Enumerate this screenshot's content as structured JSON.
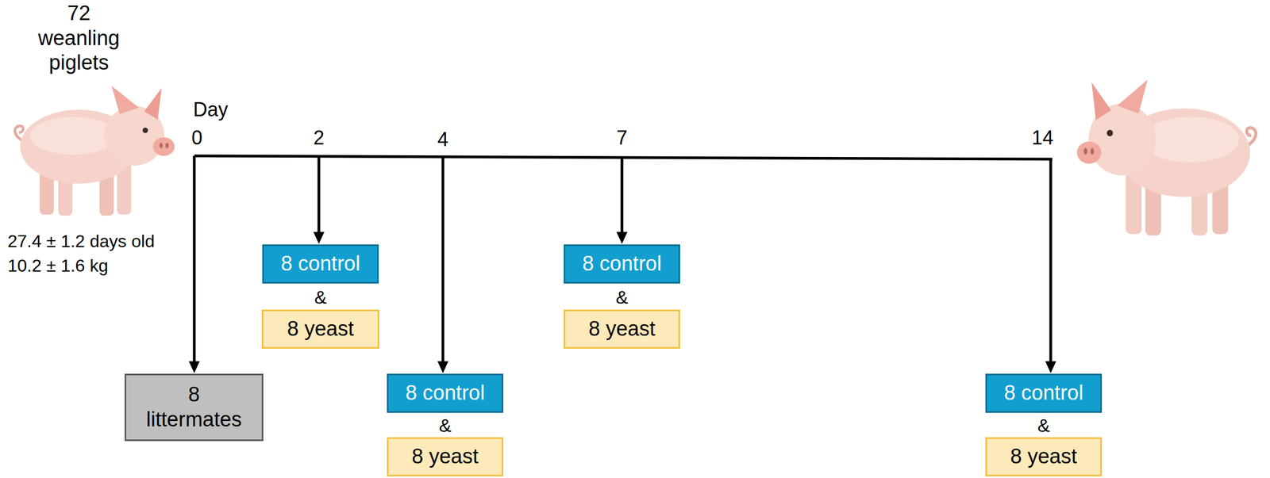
{
  "diagram": {
    "nodes": [
      {
        "text": [
          "8 littermates"
        ]
      },
      {
        "text": [
          "8 control"
        ]
      },
      {
        "text": [
          "8 yeast"
        ]
      },
      {
        "text": [
          "8 control"
        ]
      },
      {
        "text": [
          "8 yeast"
        ]
      },
      {
        "text": [
          "8 control"
        ]
      },
      {
        "text": [
          "8 yeast"
        ]
      },
      {
        "text": [
          "8 control"
        ]
      },
      {
        "text": [
          "8 yeast"
        ]
      }
    ],
    "labels": [
      "72 weanling piglets",
      "27.4 ± 1.2 days old",
      "10.2 ± 1.6 kg",
      "Day",
      "0",
      "2",
      "4",
      "7",
      "14",
      "&",
      "&",
      "&",
      "&"
    ]
  }
}
